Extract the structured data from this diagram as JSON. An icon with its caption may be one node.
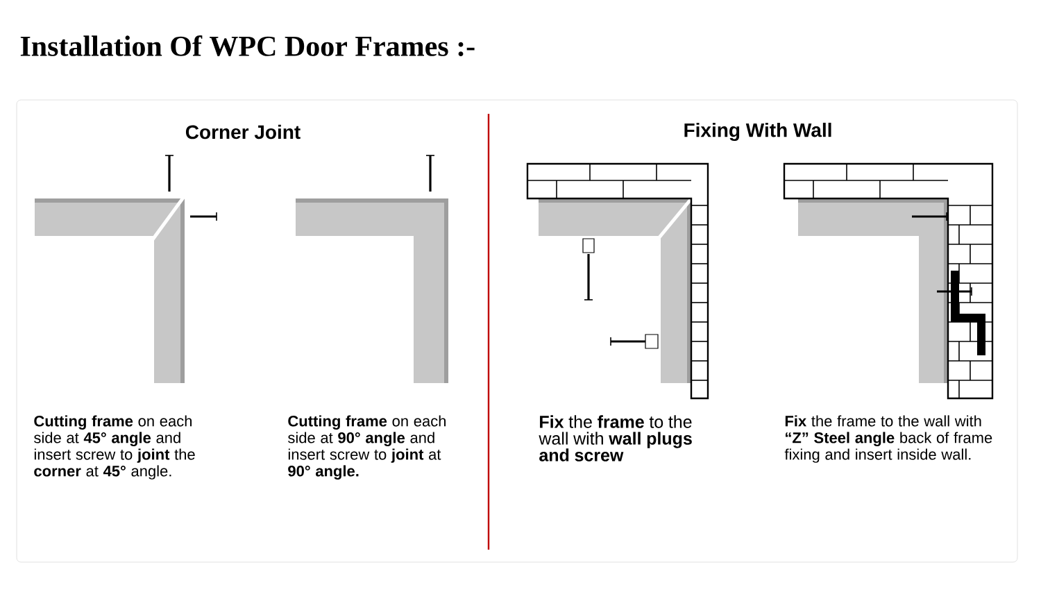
{
  "diagram": {
    "title": "Installation Of WPC Door Frames :-",
    "labels": [
      "Corner Joint",
      "Fixing With Wall",
      "**Cutting frame** on each side at **45° angle** and insert screw to **joint** the **corner** at **45°** angle.",
      "**Cutting frame** on each side at **90° angle** and insert screw to **joint** at **90° angle.**",
      "**Fix** the **frame** to the wall with **wall plugs and screw**",
      "**Fix** the frame to the wall with **“Z” Steel angle** back of frame fixing and insert inside wall."
    ]
  }
}
